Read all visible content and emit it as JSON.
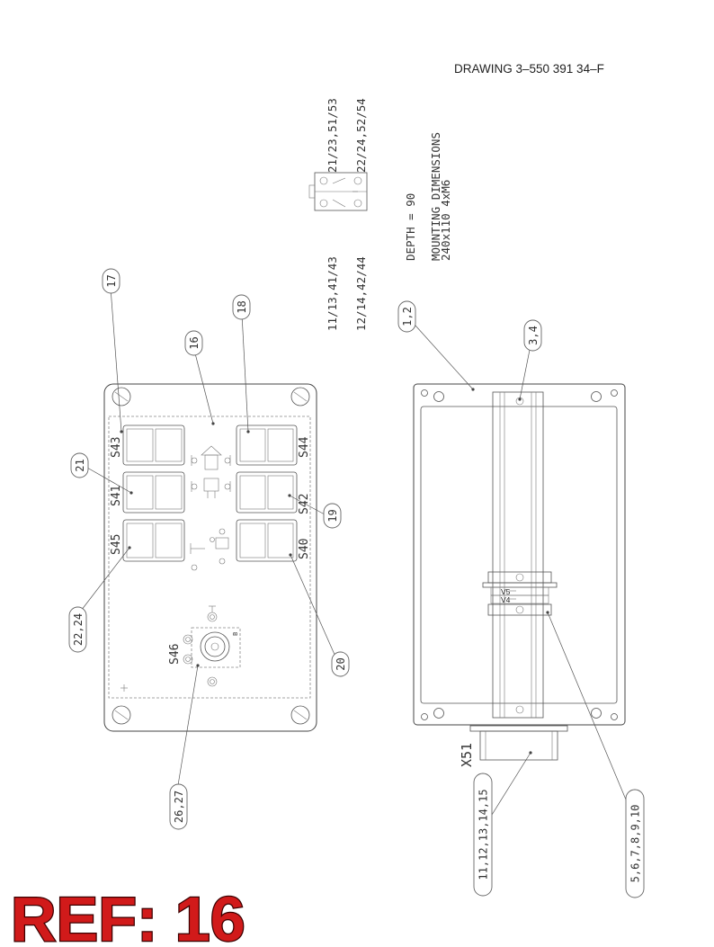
{
  "drawing_number": "DRAWING 3–550 391 34–F",
  "ref_label": "REF: 16",
  "notes": {
    "depth": "DEPTH = 90",
    "mounting_title": "MOUNTING DIMENSIONS",
    "mounting_value": "240x110 4xM6"
  },
  "contact_block": {
    "top_left": "11/13,41/43",
    "bottom_left": "12/14,42/44",
    "top_right": "21/23,51/53",
    "bottom_right": "22/24,52/54"
  },
  "switches": {
    "s43": "S43",
    "s44": "S44",
    "s41": "S41",
    "s42": "S42",
    "s45": "S45",
    "s40": "S40",
    "s46": "S46"
  },
  "connector_label": "X51",
  "rail_labels": {
    "v5": "V5",
    "v4": "V4"
  },
  "small_marks": {
    "b": "B"
  },
  "callouts": {
    "c17": "17",
    "c18": "18",
    "c16": "16",
    "c21": "21",
    "c19": "19",
    "c22_24": "22,24",
    "c20": "20",
    "c26_27": "26,27",
    "c1_2": "1,2",
    "c3_4": "3,4",
    "c11_15": "11,12,13,14,15",
    "c5_10": "5,6,7,8,9,10"
  }
}
